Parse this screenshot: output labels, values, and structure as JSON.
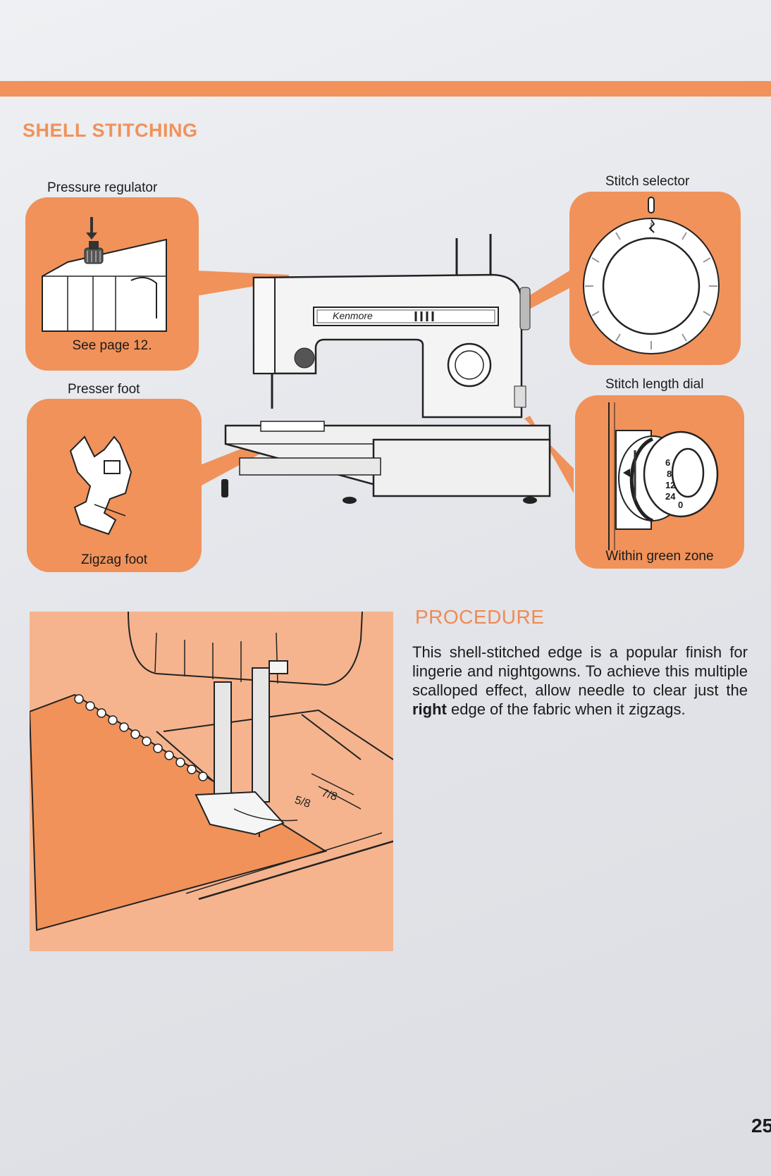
{
  "section_title": "SHELL STITCHING",
  "callouts": {
    "pressure_regulator": {
      "label": "Pressure regulator",
      "caption": "See page 12."
    },
    "presser_foot": {
      "label": "Presser foot",
      "caption": "Zigzag foot"
    },
    "stitch_selector": {
      "label": "Stitch selector"
    },
    "stitch_length_dial": {
      "label": "Stitch length dial",
      "caption": "Within green zone",
      "dial_numbers": [
        "6",
        "8",
        "12",
        "24",
        "0"
      ]
    }
  },
  "machine": {
    "brand": "Kenmore"
  },
  "photo": {
    "guide_marks": [
      "5/8",
      "7/8"
    ]
  },
  "procedure": {
    "heading": "PROCEDURE",
    "text_before": "This shell-stitched edge is a popular finish for lingerie and nightgowns. To achieve this multiple scalloped effect, allow needle to clear just the ",
    "text_bold": "right",
    "text_after": " edge of the fabric when it zigzags."
  },
  "page_number": "25",
  "colors": {
    "accent": "#f0925a",
    "photo_background": "#f5b48e",
    "line_art": "#222222"
  }
}
